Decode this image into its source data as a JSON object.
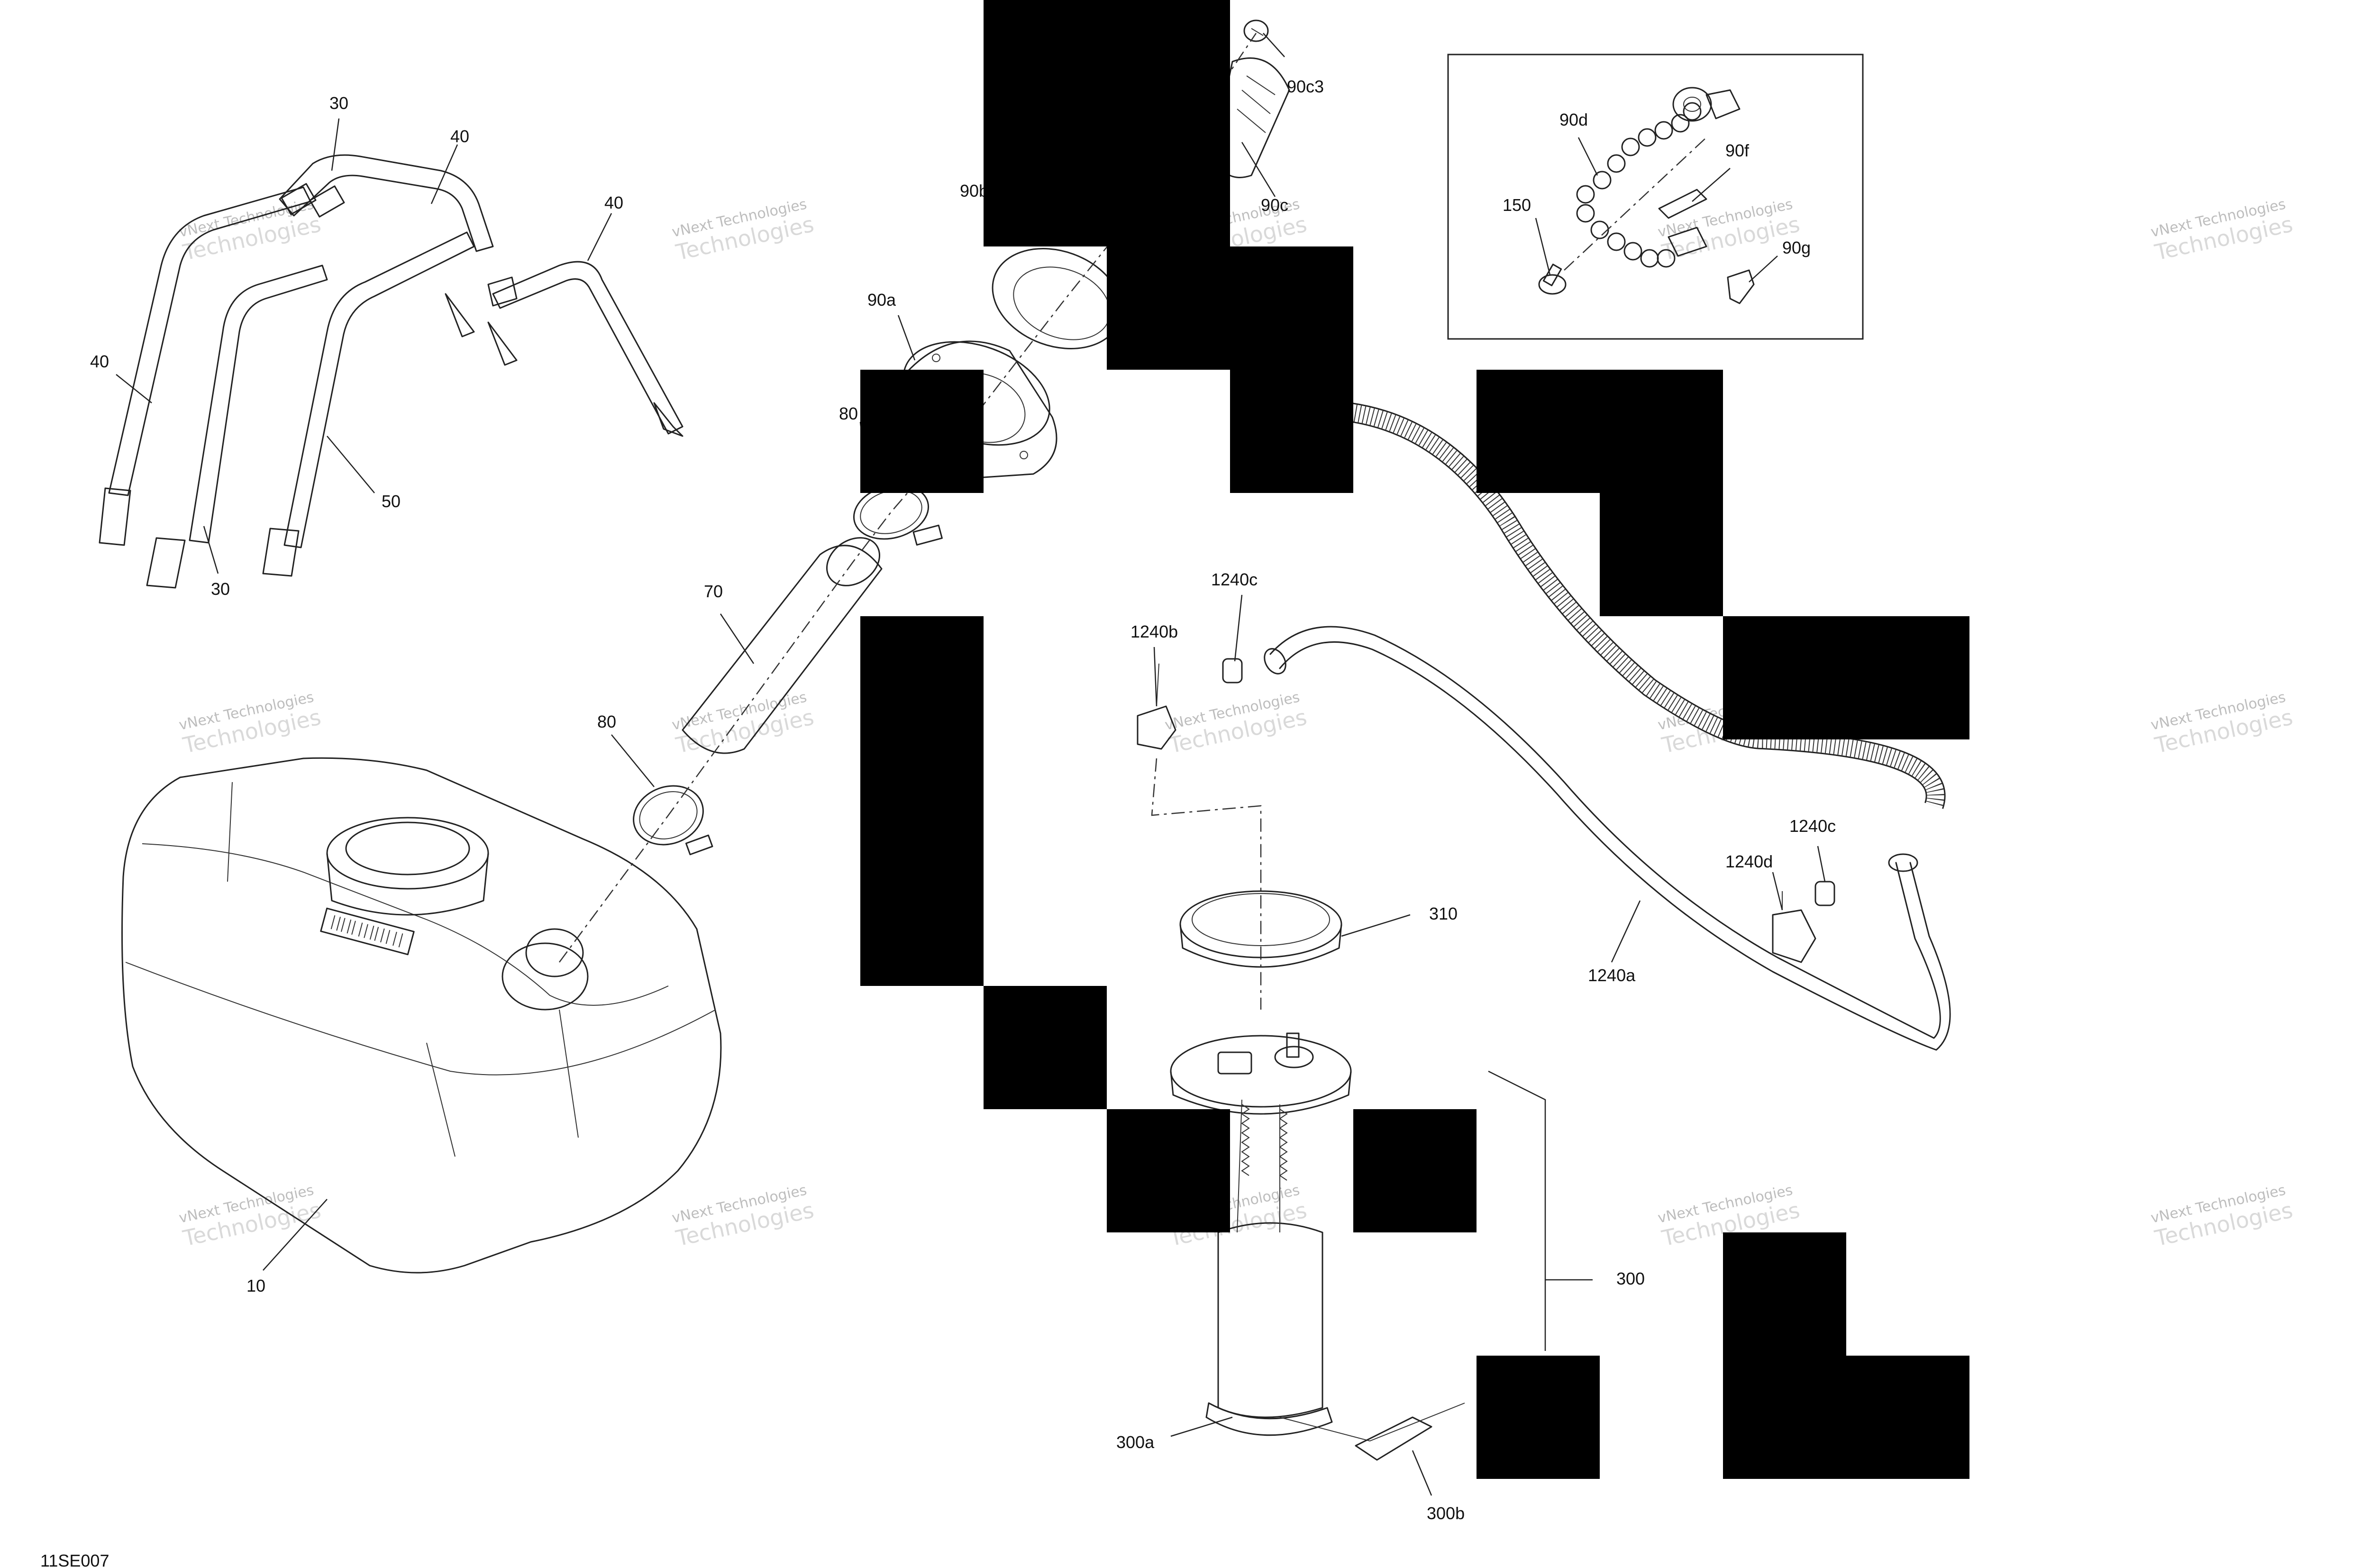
{
  "diagram_id": "11SE007",
  "watermark": {
    "line1": "vNext Technologies",
    "line2": "Technologies"
  },
  "labels": {
    "l30_top": "30",
    "l40_top": "40",
    "l40_right": "40",
    "l40_left": "40",
    "l50": "50",
    "l30_bottom": "30",
    "l90c3": "90c3",
    "l90c": "90c",
    "l90b": "90b",
    "l90a": "90a",
    "l80_upper": "80",
    "l70": "70",
    "l80_lower": "80",
    "l10": "10",
    "l90d": "90d",
    "l90f": "90f",
    "l150": "150",
    "l90g": "90g",
    "l1240c_top": "1240c",
    "l1240b": "1240b",
    "l1240c_right": "1240c",
    "l1240d": "1240d",
    "l1240a": "1240a",
    "l310": "310",
    "l300": "300",
    "l300a": "300a",
    "l300b": "300b"
  },
  "callouts": [
    {
      "id": "10",
      "part": "fuel-tank"
    },
    {
      "id": "30",
      "part": "strap"
    },
    {
      "id": "40",
      "part": "strap"
    },
    {
      "id": "50",
      "part": "strap"
    },
    {
      "id": "70",
      "part": "filler-hose"
    },
    {
      "id": "80",
      "part": "clamp"
    },
    {
      "id": "90a",
      "part": "filler-neck"
    },
    {
      "id": "90b",
      "part": "gasket"
    },
    {
      "id": "90c",
      "part": "cap"
    },
    {
      "id": "90c3",
      "part": "cap-plug"
    },
    {
      "id": "90d",
      "part": "tether"
    },
    {
      "id": "90f",
      "part": "tether-clip"
    },
    {
      "id": "90g",
      "part": "rivet"
    },
    {
      "id": "150",
      "part": "screw"
    },
    {
      "id": "300",
      "part": "fuel-pump-module"
    },
    {
      "id": "300a",
      "part": "pump-base"
    },
    {
      "id": "300b",
      "part": "level-sender"
    },
    {
      "id": "310",
      "part": "lock-ring"
    },
    {
      "id": "1240a",
      "part": "fuel-line"
    },
    {
      "id": "1240b",
      "part": "connector"
    },
    {
      "id": "1240c",
      "part": "hose-clamp"
    },
    {
      "id": "1240d",
      "part": "connector"
    }
  ]
}
